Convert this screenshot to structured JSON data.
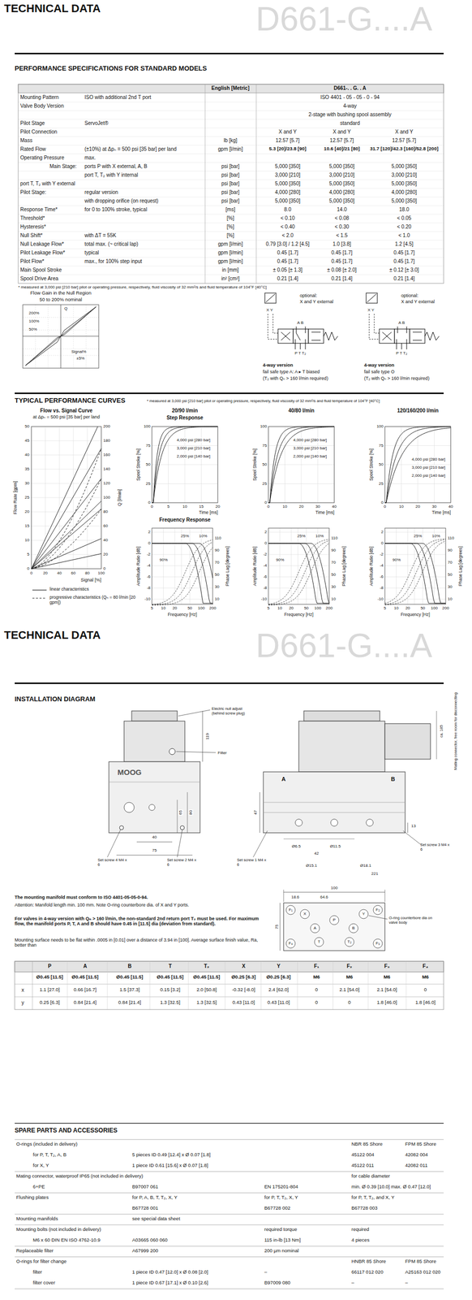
{
  "diagram": {
    "title": "TECHNICAL DATA",
    "labels": [
      "D661-G....A",
      "PERFORMANCE SPECIFICATIONS FOR STANDARD MODELS",
      "English [Metric]",
      "D661-. . G. . A",
      "Mounting Pattern",
      "ISO with additional 2nd T port",
      "ISO 4401 - 05 - 05 - 0 - 94",
      "Valve Body Version",
      "4-way",
      "2-stage with bushing spool assembly",
      "Pilot Stage",
      "ServoJet®",
      "standard",
      "Pilot Connection",
      "X and Y",
      "X and Y",
      "X and Y",
      "Mass",
      "lb [kg]",
      "12.57 [5.7]",
      "12.57 [5.7]",
      "12.57 [5.7]",
      "Rated Flow",
      "(±10%) at Δpₙ = 500 psi [35 bar] per land",
      "gpm [l/min]",
      "5.3 [20]/23.8 [90]",
      "10.6 [40]/21 [80]",
      "31.7 [120]/42.3 [160]/52.8 [200]",
      "Operating Pressure",
      "max.",
      "Main Stage:",
      "ports P with X external, A, B",
      "psi [bar]",
      "5,000 [350]",
      "5,000 [350]",
      "5,000 [350]",
      "port T, T₂ with Y internal",
      "psi [bar]",
      "3,000 [210]",
      "3,000 [210]",
      "3,000 [210]",
      "port T, T₂ with Y external",
      "psi [bar]",
      "5,000 [350]",
      "5,000 [350]",
      "5,000 [350]",
      "Pilot Stage:",
      "regular version",
      "psi [bar]",
      "4,000 [280]",
      "4,000 [280]",
      "4,000 [280]",
      "with dropping orifice (on request)",
      "psi [bar]",
      "5,000 [350]",
      "5,000 [350]",
      "5,000 [350]",
      "Response Time*",
      "for 0 to 100% stroke, typical",
      "[ms]",
      "8.0",
      "14.0",
      "18.0",
      "Threshold*",
      "[%]",
      "< 0.10",
      "< 0.08",
      "< 0.05",
      "Hysteresis*",
      "[%]",
      "< 0.40",
      "< 0.30",
      "< 0.20",
      "Null Shift*",
      "with ΔT = 55K",
      "[%]",
      "< 2.0",
      "< 1.5",
      "< 1.0",
      "Null Leakage Flow*",
      "total max. (~ critical lap)",
      "gpm [l/min]",
      "0.79 [3.0] / 1.2 [4.5]",
      "1.0 [3.8]",
      "1.2 [4.5]",
      "Pilot Leakage Flow*",
      "typical",
      "gpm [l/min]",
      "0.45 [1.7]",
      "0.45 [1.7]",
      "0.45 [1.7]",
      "Pilot Flow*",
      "max., for 100% step input",
      "gpm [l/min]",
      "0.45 [1.7]",
      "0.45 [1.7]",
      "0.45 [1.7]",
      "Main Spool Stroke",
      "in [mm]",
      "± 0.05 [± 1.3]",
      "± 0.08 [± 2.0]",
      "± 0.12 [± 3.0]",
      "Spool Drive Area",
      "in² [cm²]",
      "0.21 [1.4]",
      "0.21 [1.4]",
      "0.21 [1.4]",
      "* measured at 3,000 psi [210 bar] pilot or operating pressure, respectively, fluid viscosity of 32 mm²/s and fluid temperature of 104°F [40°C]",
      "Flow Gain in the Null Region",
      "50 to 200% nominal",
      "Q",
      "200%",
      "100%",
      "50%",
      "Signal%",
      "±5%",
      "optional:",
      "X and Y external",
      "X Y",
      "A B",
      "P T T₂",
      "4-way version",
      "fail safe type A: A ▸ T biased",
      "(T₂ with Qₙ > 160 l/min required)",
      "optional:",
      "X and Y external",
      "X Y",
      "A B",
      "P T T₂",
      "4-way version",
      "fail safe type O",
      "(T₂ with Qₙ > 160 l/min required)",
      "TYPICAL PERFORMANCE CURVES",
      "* measured at 3,000 psi [210 bar] pilot or operating pressure, respectively, fluid viscosity of 32 mm²/s and fluid temperature of 104°F [40°C]",
      "Flow vs. Signal Curve",
      "at Δpₙ = 500 psi [35 bar] per land",
      "Flow Rate [gpm]",
      "50",
      "45",
      "40",
      "35",
      "30",
      "25",
      "20",
      "15",
      "10",
      "5",
      "0",
      "Q [l/min]",
      "200",
      "180",
      "160",
      "140",
      "120",
      "100",
      "80",
      "60",
      "40",
      "20",
      "0",
      "0",
      "20",
      "40",
      "60",
      "80",
      "100",
      "Signal [%]",
      "20/90 l/min",
      "40/80 l/min",
      "120/160/200 l/min",
      "Step Response",
      "Spool Stroke [%]",
      "100",
      "75",
      "50",
      "25",
      "0",
      "0",
      "5",
      "10",
      "15",
      "20",
      "Time [ms]",
      "4,000 psi [280 bar]",
      "3,000 psi [210 bar]",
      "2,000 psi [140 bar]",
      "Spool Stroke [%]",
      "100",
      "75",
      "50",
      "25",
      "0",
      "0",
      "10",
      "20",
      "30",
      "40",
      "Time [ms]",
      "4,000 psi [280 bar]",
      "3,000 psi [210 bar]",
      "2,000 psi [140 bar]",
      "Spool Stroke [%]",
      "100",
      "75",
      "50",
      "25",
      "0",
      "0",
      "10",
      "20",
      "30",
      "40",
      "Time [ms]",
      "4,000 psi [280 bar]",
      "3,000 psi [210 bar]",
      "2,000 psi [140 bar]",
      "Frequency Response",
      "Amplitude Ratio [dB]",
      "2",
      "0",
      "-2",
      "-4",
      "-6",
      "-8",
      "-10",
      "110",
      "90",
      "70",
      "50",
      "30",
      "10",
      "Phase Lag [degrees]",
      "5",
      "10",
      "20",
      "50",
      "100",
      "200",
      "Frequency [Hz]",
      "10%",
      "25%",
      "90%",
      "Amplitude Ratio [dB]",
      "2",
      "0",
      "-2",
      "-4",
      "-6",
      "-8",
      "-10",
      "110",
      "90",
      "70",
      "50",
      "30",
      "10",
      "Phase Lag [degrees]",
      "5",
      "10",
      "20",
      "50",
      "100",
      "200",
      "Frequency [Hz]",
      "10%",
      "25%",
      "90%",
      "Amplitude Ratio [dB]",
      "2",
      "0",
      "-2",
      "-4",
      "-6",
      "-8",
      "-10",
      "110",
      "90",
      "70",
      "50",
      "30",
      "10",
      "Phase Lag [degrees]",
      "5",
      "10",
      "20",
      "50",
      "100",
      "200",
      "Frequency [Hz]",
      "10%",
      "25%",
      "90%",
      "TECHNICAL DATA",
      "D661-G....A",
      "INSTALLATION DIAGRAM",
      "Electric null adjust (behind screw plug)",
      "Filter",
      "MOOG",
      "119",
      "65",
      "80",
      "40",
      "75",
      "Set screw 4 M4 x 6",
      "Set screw 2 M4 x 6",
      "A",
      "B",
      "47",
      "Ø6.5",
      "42",
      "Ø11.5",
      "Ø15.1",
      "Ø18.1",
      "221",
      "13",
      "Set screw 1 M4 x 6",
      "Set screw 3 M4 x 6",
      "ca. 185",
      "Mating connector, free room for disconnecting",
      "The mounting manifold must conform to ISO 4401-05-05-0-94.",
      "Attention: Manifold length min. 100 mm. Note O-ring counterbore dia. of X and Y ports.",
      "For valves in 4-way version with Qₙ > 160 l/min, the non-standard 2nd return port T₂ must be used. For maximum flow, the manifold ports P, T, A and B should have 0.45 in [11.5] dia (deviation from standard).",
      "Mounting surface needs to be flat within .0005 in [0.01] over a distance of 3.94 in [100]. Average surface finish value, Ra, better than",
      "100",
      "18.6",
      "64.6",
      "75",
      "X",
      "Y",
      "P",
      "A",
      "B",
      "T",
      "T₂",
      "F₁",
      "F₂",
      "F₃",
      "F₄",
      "O-ring counterbore dia on valve body",
      "P",
      "A",
      "B",
      "T",
      "T₂",
      "X",
      "Y",
      "F₁",
      "F₂",
      "F₃",
      "F₄",
      "Ø0.45 [11.5]",
      "Ø0.45 [11.5]",
      "Ø0.45 [11.5]",
      "Ø0.45 [11.5]",
      "Ø0.45 [11.5]",
      "Ø0.25 [6.3]",
      "Ø0.25 [6.3]",
      "M6",
      "M6",
      "M6",
      "M6",
      "x",
      "1.1 [27.0]",
      "0.66 [16.7]",
      "1.5 [37.3]",
      "0.15 [3.2]",
      "2.0 [50.8]",
      "-0.32 [-8.0]",
      "2.4 [62.0]",
      "0",
      "2.1 [54.0]",
      "2.1 [54.0]",
      "0",
      "y",
      "0.25 [6.3]",
      "0.84 [21.4]",
      "0.84 [21.4]",
      "1.3 [32.5]",
      "1.3 [32.5]",
      "0.43 [11.0]",
      "0.43 [11.0]",
      "0",
      "0",
      "1.8 [46.0]",
      "1.8 [46.0]",
      "SPARE PARTS AND ACCESSORIES",
      "O-rings (included in delivery)",
      "NBR 85 Shore",
      "FPM 85 Shore",
      "for P, T, T₂, A, B",
      "5 pieces ID 0.49 [12.4] x Ø 0.07 [1.8]",
      "45122 004",
      "42082 004",
      "for X, Y",
      "1 piece ID 0.61 [15.6] x Ø 0.07 [1.8]",
      "45122 011",
      "42082 011",
      "Mating connector, waterproof IP65 (not included in delivery)",
      "for cable diameter",
      "6+PE",
      "B97007 061",
      "EN 175201-804",
      "min. Ø 0.39 [10.0] max. Ø 0.47 [12.0]",
      "Flushing plates",
      "for P, A, B, T, T₂, X, Y",
      "for P, T, T₂, X, Y",
      "for P, T, T₂, and X, Y",
      "B67728 001",
      "B67728 002",
      "B67728 003",
      "Mounting manifolds",
      "see special data sheet",
      "Mounting bolts (not included in delivery)",
      "required torque",
      "required",
      "M6 x 60 DIN EN ISO 4762-10.9",
      "A03665 060 060",
      "115 in-lb [13 Nm]",
      "4 pieces",
      "Replaceable filter",
      "A67999 200",
      "200 µm nominal",
      "O-rings for filter change",
      "HNBR 85 Shore",
      "FPM 85 Shore",
      "filter",
      "1 piece ID 0.47 [12.0] x Ø 0.08 [2.0]",
      "–",
      "66117 012 020",
      "A25163 012 020",
      "filter cover",
      "1 piece ID 0.67 [17.1] x Ø 0.10 [2.6]",
      "B97009 080",
      "–",
      "–"
    ],
    "legend": [
      {
        "text": "linear characteristics"
      },
      {
        "text": "progressive characteristics (Qₙ = 80 l/min [20 gpm])"
      }
    ]
  }
}
